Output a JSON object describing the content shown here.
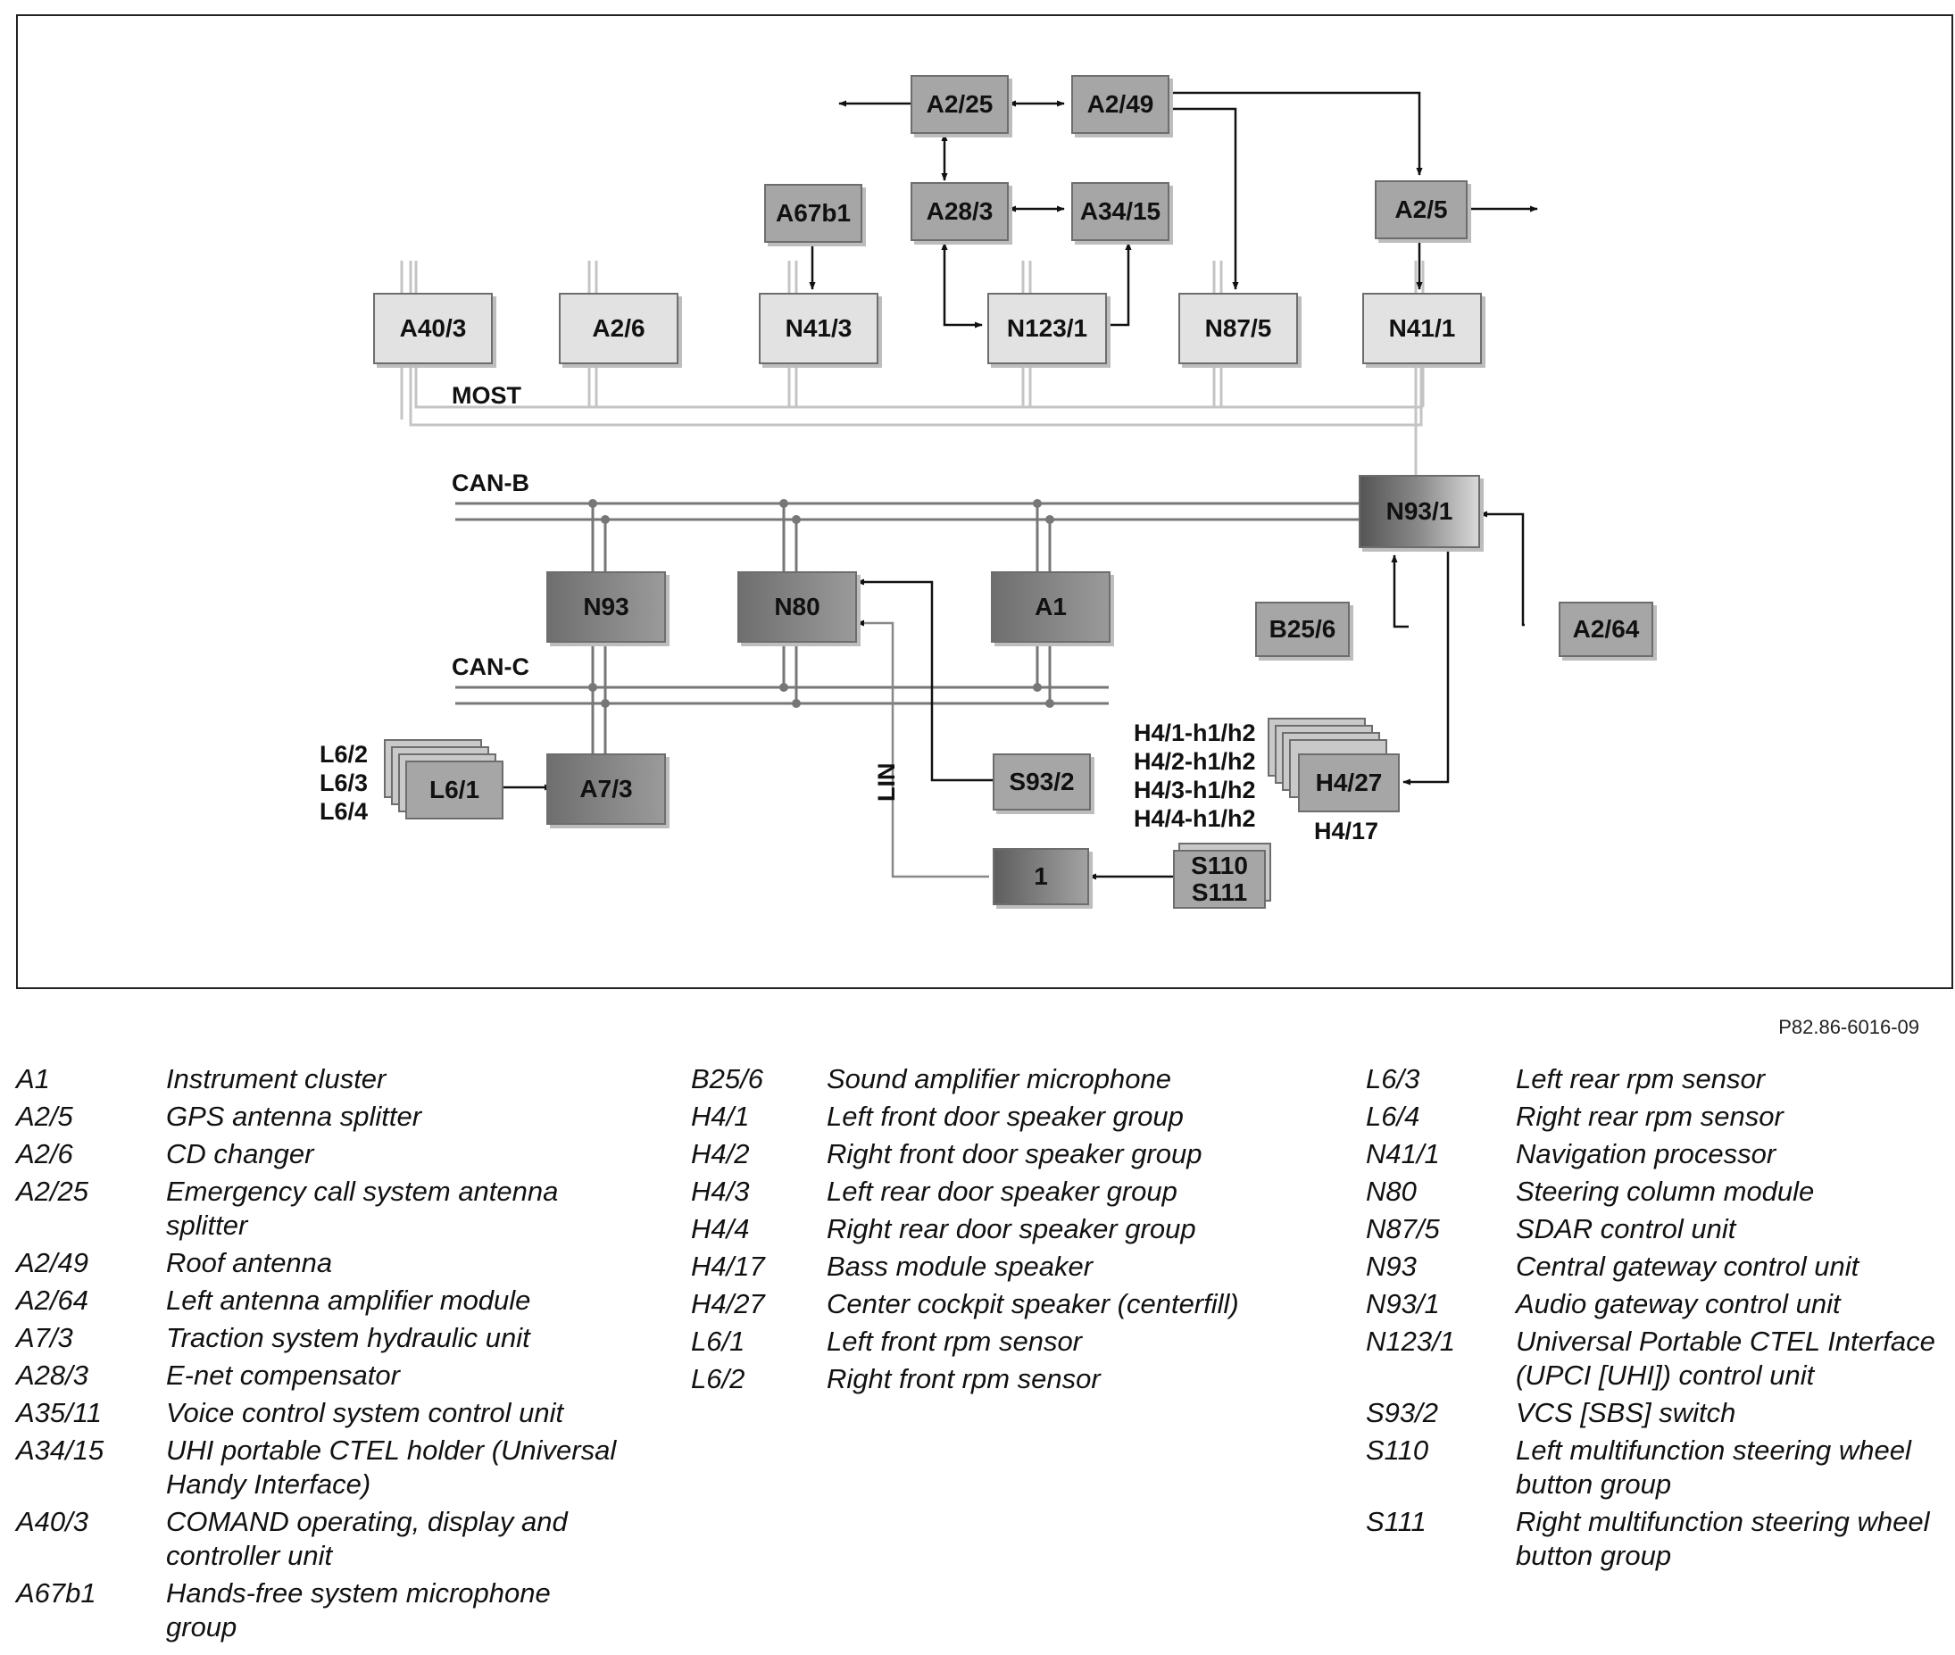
{
  "diagram": {
    "boxes": {
      "a2_25": "A2/25",
      "a2_49": "A2/49",
      "a67b1": "A67b1",
      "a28_3": "A28/3",
      "a34_15": "A34/15",
      "a2_5": "A2/5",
      "a40_3": "A40/3",
      "a2_6": "A2/6",
      "n41_3": "N41/3",
      "n123_1": "N123/1",
      "n87_5": "N87/5",
      "n41_1": "N41/1",
      "n93_1": "N93/1",
      "n93": "N93",
      "n80": "N80",
      "a1": "A1",
      "b25_6": "B25/6",
      "a2_64": "A2/64",
      "l6_1": "L6/1",
      "a7_3": "A7/3",
      "s93_2": "S93/2",
      "h4_27": "H4/27",
      "box_1": "1",
      "s110": "S110",
      "s111": "S111"
    },
    "labels": {
      "most": "MOST",
      "can_b": "CAN-B",
      "can_c": "CAN-C",
      "lin": "LIN",
      "l6_2": "L6/2",
      "l6_3": "L6/3",
      "l6_4": "L6/4",
      "h4_1": "H4/1-h1/h2",
      "h4_2": "H4/2-h1/h2",
      "h4_3": "H4/3-h1/h2",
      "h4_4": "H4/4-h1/h2",
      "h4_17": "H4/17"
    }
  },
  "figure_ref": "P82.86-6016-09",
  "legend": {
    "col1": [
      {
        "code": "A1",
        "desc": "Instrument cluster"
      },
      {
        "code": "A2/5",
        "desc": "GPS antenna splitter"
      },
      {
        "code": "A2/6",
        "desc": "CD changer"
      },
      {
        "code": "A2/25",
        "desc": "Emergency call system antenna splitter"
      },
      {
        "code": "A2/49",
        "desc": "Roof antenna"
      },
      {
        "code": "A2/64",
        "desc": "Left antenna amplifier module"
      },
      {
        "code": "A7/3",
        "desc": "Traction system hydraulic unit"
      },
      {
        "code": "A28/3",
        "desc": "E-net compensator"
      },
      {
        "code": "A35/11",
        "desc": "Voice control system control unit"
      },
      {
        "code": "A34/15",
        "desc": "UHI portable CTEL holder (Universal Handy Interface)"
      },
      {
        "code": "A40/3",
        "desc": "COMAND operating, display and controller unit"
      },
      {
        "code": "A67b1",
        "desc": "Hands-free system microphone group"
      }
    ],
    "col2": [
      {
        "code": "B25/6",
        "desc": "Sound amplifier microphone"
      },
      {
        "code": "H4/1",
        "desc": "Left front door speaker group"
      },
      {
        "code": "H4/2",
        "desc": "Right front door speaker group"
      },
      {
        "code": "H4/3",
        "desc": "Left rear door speaker group"
      },
      {
        "code": "H4/4",
        "desc": "Right rear door speaker group"
      },
      {
        "code": "H4/17",
        "desc": "Bass module speaker"
      },
      {
        "code": "H4/27",
        "desc": "Center cockpit speaker (centerfill)"
      },
      {
        "code": "L6/1",
        "desc": "Left front rpm sensor"
      },
      {
        "code": "L6/2",
        "desc": "Right front rpm sensor"
      }
    ],
    "col3": [
      {
        "code": "L6/3",
        "desc": "Left rear rpm sensor"
      },
      {
        "code": "L6/4",
        "desc": "Right rear rpm sensor"
      },
      {
        "code": "N41/1",
        "desc": "Navigation processor"
      },
      {
        "code": "N80",
        "desc": "Steering column module"
      },
      {
        "code": "N87/5",
        "desc": "SDAR control unit"
      },
      {
        "code": "N93",
        "desc": "Central gateway control unit"
      },
      {
        "code": "N93/1",
        "desc": "Audio gateway control unit"
      },
      {
        "code": "N123/1",
        "desc": "Universal Portable CTEL Interface (UPCI [UHI]) control unit"
      },
      {
        "code": "S93/2",
        "desc": "VCS [SBS] switch"
      },
      {
        "code": "S110",
        "desc": "Left multifunction steering wheel button group"
      },
      {
        "code": "S111",
        "desc": "Right multifunction steering wheel button group"
      }
    ]
  }
}
